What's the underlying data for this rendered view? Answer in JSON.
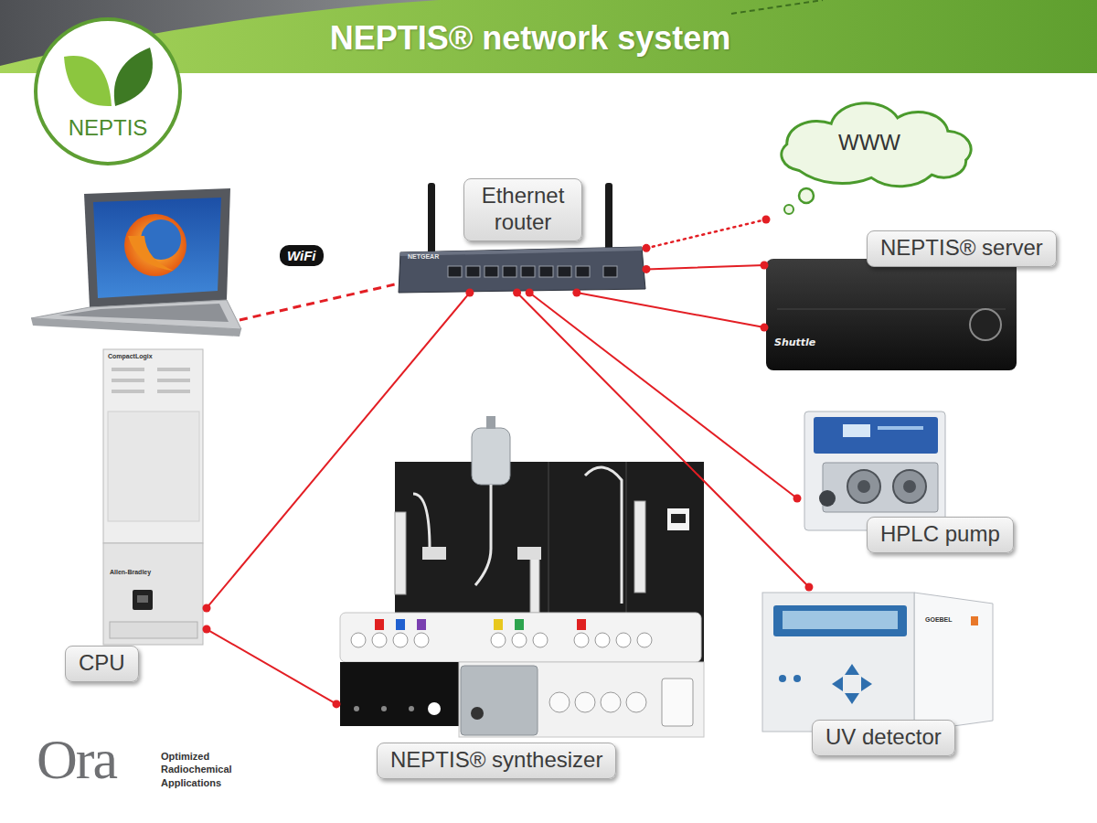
{
  "diagram": {
    "title": "NEPTIS® network system",
    "nodes": [
      {
        "text": [
          "NEPTIS"
        ]
      },
      {
        "text": [
          "WWW"
        ]
      },
      {
        "text": [
          "Ethernet router"
        ]
      },
      {
        "text": [
          "NEPTIS® server"
        ]
      },
      {
        "text": [
          "HPLC pump"
        ]
      },
      {
        "text": [
          "CPU"
        ]
      },
      {
        "text": [
          "NEPTIS® synthesizer"
        ]
      },
      {
        "text": [
          "UV detector"
        ]
      }
    ],
    "edges": [
      {
        "from": 2,
        "to": 1,
        "arrow": "none"
      },
      {
        "from": 2,
        "to": 3,
        "arrow": "none"
      },
      {
        "from": 2,
        "to": 3,
        "arrow": "none"
      },
      {
        "from": 2,
        "to": 4,
        "arrow": "none"
      },
      {
        "from": 2,
        "to": 7,
        "arrow": "none"
      },
      {
        "from": 2,
        "to": 5,
        "arrow": "none"
      },
      {
        "from": 5,
        "to": 6,
        "arrow": "none"
      }
    ],
    "labels": [
      "WiFi",
      "NETGEAR",
      "Shuttle",
      "CompactLogix",
      "Allen-Bradley",
      "GOEBEL",
      "Ora",
      "Optimized Radiochemical Applications"
    ]
  }
}
